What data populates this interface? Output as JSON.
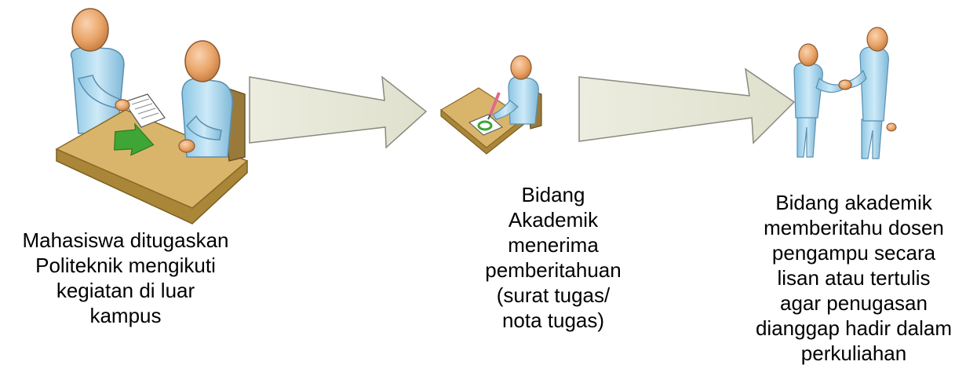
{
  "steps": [
    {
      "icon": "meeting-at-desk-icon",
      "caption_lines": [
        "Mahasiswa ditugaskan",
        "Politeknik mengikuti",
        "kegiatan di luar",
        "kampus"
      ]
    },
    {
      "icon": "person-writing-at-desk-icon",
      "caption_lines": [
        "Bidang",
        "Akademik",
        "menerima",
        "pemberitahuan",
        "(surat tugas/",
        "nota tugas)"
      ]
    },
    {
      "icon": "handshake-icon",
      "caption_lines": [
        "Bidang akademik",
        "memberitahu dosen",
        "pengampu secara",
        "lisan atau tertulis",
        "agar penugasan",
        "dianggap hadir dalam",
        "perkuliahan"
      ]
    }
  ],
  "connectors": [
    {
      "icon": "right-arrow-icon",
      "from_step": 1,
      "to_step": 2
    },
    {
      "icon": "right-arrow-icon",
      "from_step": 2,
      "to_step": 3
    }
  ],
  "colors": {
    "arrow_fill": "#e7e8d7",
    "arrow_stroke": "#8a8a7e",
    "desk_top": "#d9b56c",
    "desk_side": "#a98638",
    "shirt": "#b9dff3",
    "shirt_shadow": "#7fbad9",
    "skin": "#e9a367",
    "green_arrow": "#3fa535"
  }
}
